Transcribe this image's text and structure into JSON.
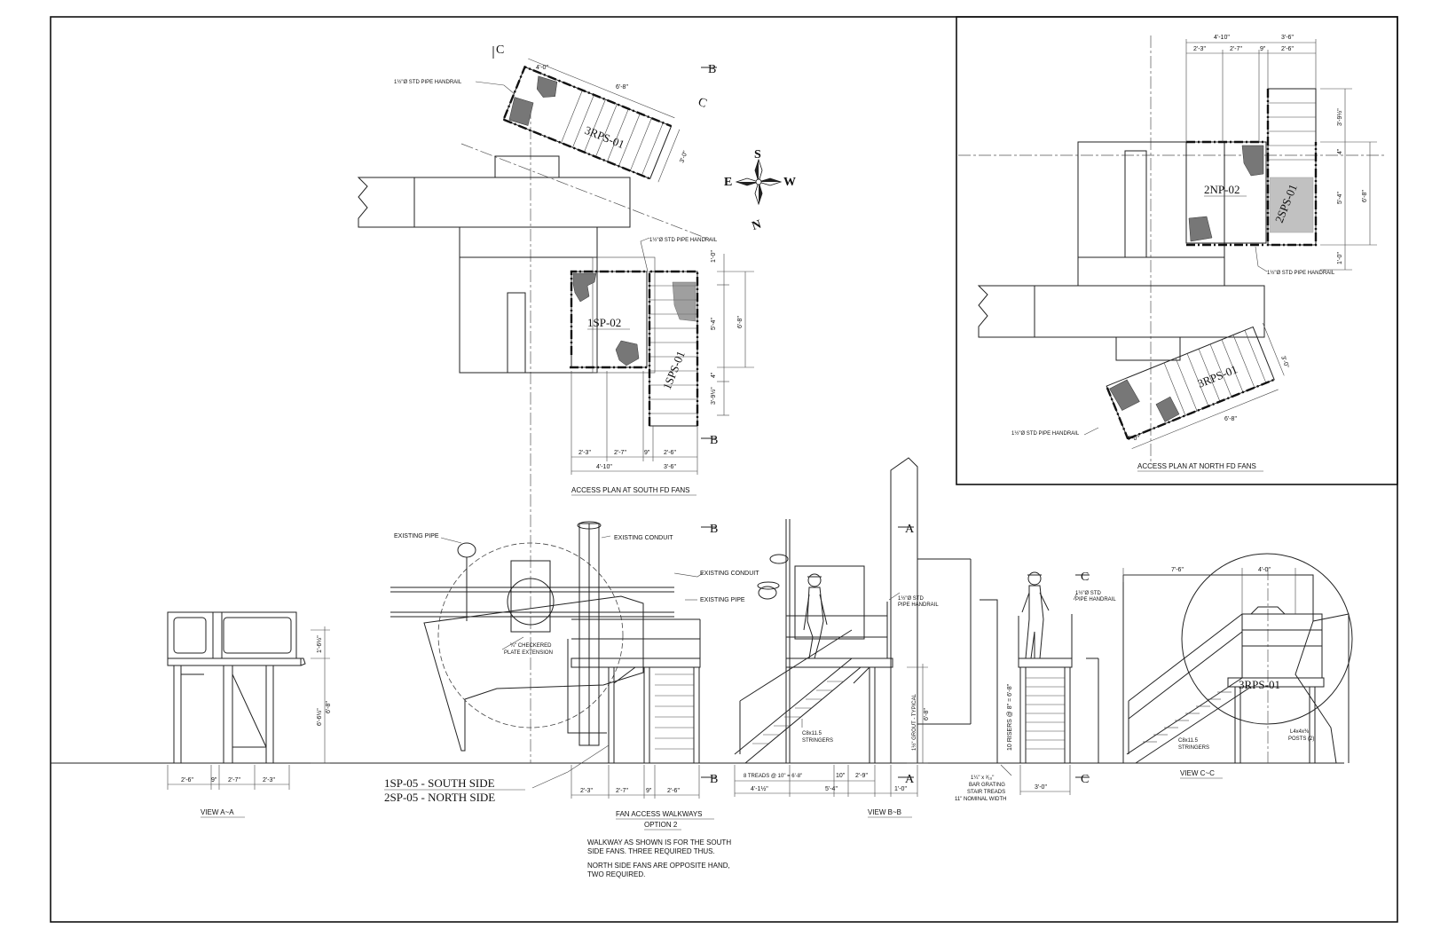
{
  "title_south": "ACCESS PLAN AT SOUTH FD FANS",
  "title_north": "ACCESS PLAN AT NORTH FD FANS",
  "view_aa": "VIEW A~A",
  "view_bb": "VIEW B~B",
  "view_cc": "VIEW C~C",
  "fan_access_title": "FAN ACCESS WALKWAYS",
  "fan_access_option": "OPTION 2",
  "sp05_south": "1SP-05  -  SOUTH SIDE",
  "sp05_north": "2SP-05  -  NORTH SIDE",
  "note_1a": "WALKWAY AS SHOWN IS FOR THE SOUTH",
  "note_1b": "SIDE FANS. THREE REQUIRED THUS.",
  "note_2a": "NORTH SIDE FANS ARE OPPOSITE HAND,",
  "note_2b": "TWO REQUIRED.",
  "compass": {
    "s": "S",
    "w": "W",
    "e": "E",
    "n": "N"
  },
  "platform_labels": {
    "sp02_1": "1SP-02",
    "sps01_1": "1SPS-01",
    "rps01_3_top": "3RPS-01",
    "np02_2": "2NP-02",
    "sps01_2": "2SPS-01",
    "rps01_3_north": "3RPS-01",
    "rps01_3_elev": "3RPS-01"
  },
  "callouts": {
    "handrail": "1½\"Ø STD PIPE HANDRAIL",
    "handrail_a": "1½\"Ø STD",
    "handrail_b": "PIPE HANDRAIL",
    "existing_pipe": "EXISTING PIPE",
    "existing_conduit": "EXISTING CONDUIT",
    "checkered_a": "¼\" CHECKERED",
    "checkered_b": "PLATE EXTENSION",
    "stringers_a": "C8x11.5",
    "stringers_b": "STRINGERS",
    "grout": "1½\" GROUT - TYPICAL",
    "treads": "8 TREADS @ 10\" = 6'-8\"",
    "risers": "10 RISERS @ 8\" = 6'-8\"",
    "grating_a": "1¼\" x ³⁄₁₆\"",
    "grating_b": "BAR GRATING",
    "grating_c": "STAIR TREADS",
    "grating_d": "11\" NOMINAL WIDTH",
    "posts_a": "L4x4x⅜",
    "posts_b": "POSTS (2)"
  },
  "section_marks": {
    "a": "A",
    "b": "B",
    "c": "C"
  },
  "dims": {
    "d4_0": "4'-0\"",
    "d6_8": "6'-8\"",
    "d3_0": "3'-0\"",
    "d1_0": "1'-0\"",
    "d5_4": "5'-4\"",
    "d4in": "4\"",
    "d3_9h": "3'-9½\"",
    "d2_3": "2'-3\"",
    "d2_7": "2'-7\"",
    "d9in": "9\"",
    "d2_6": "2'-6\"",
    "d4_10": "4'-10\"",
    "d3_6": "3'-6\"",
    "d1_6h": "1'-6½\"",
    "d6_6h": "6'-6½\"",
    "d4_1h": "4'-1½\"",
    "d5_4b": "5'-4\"",
    "d10in": "10\"",
    "d2_9": "2'-9\"",
    "d7_6": "7'-6\"",
    "d6_8v": "6'-8\"",
    "d3_0b": "3'-0\""
  }
}
